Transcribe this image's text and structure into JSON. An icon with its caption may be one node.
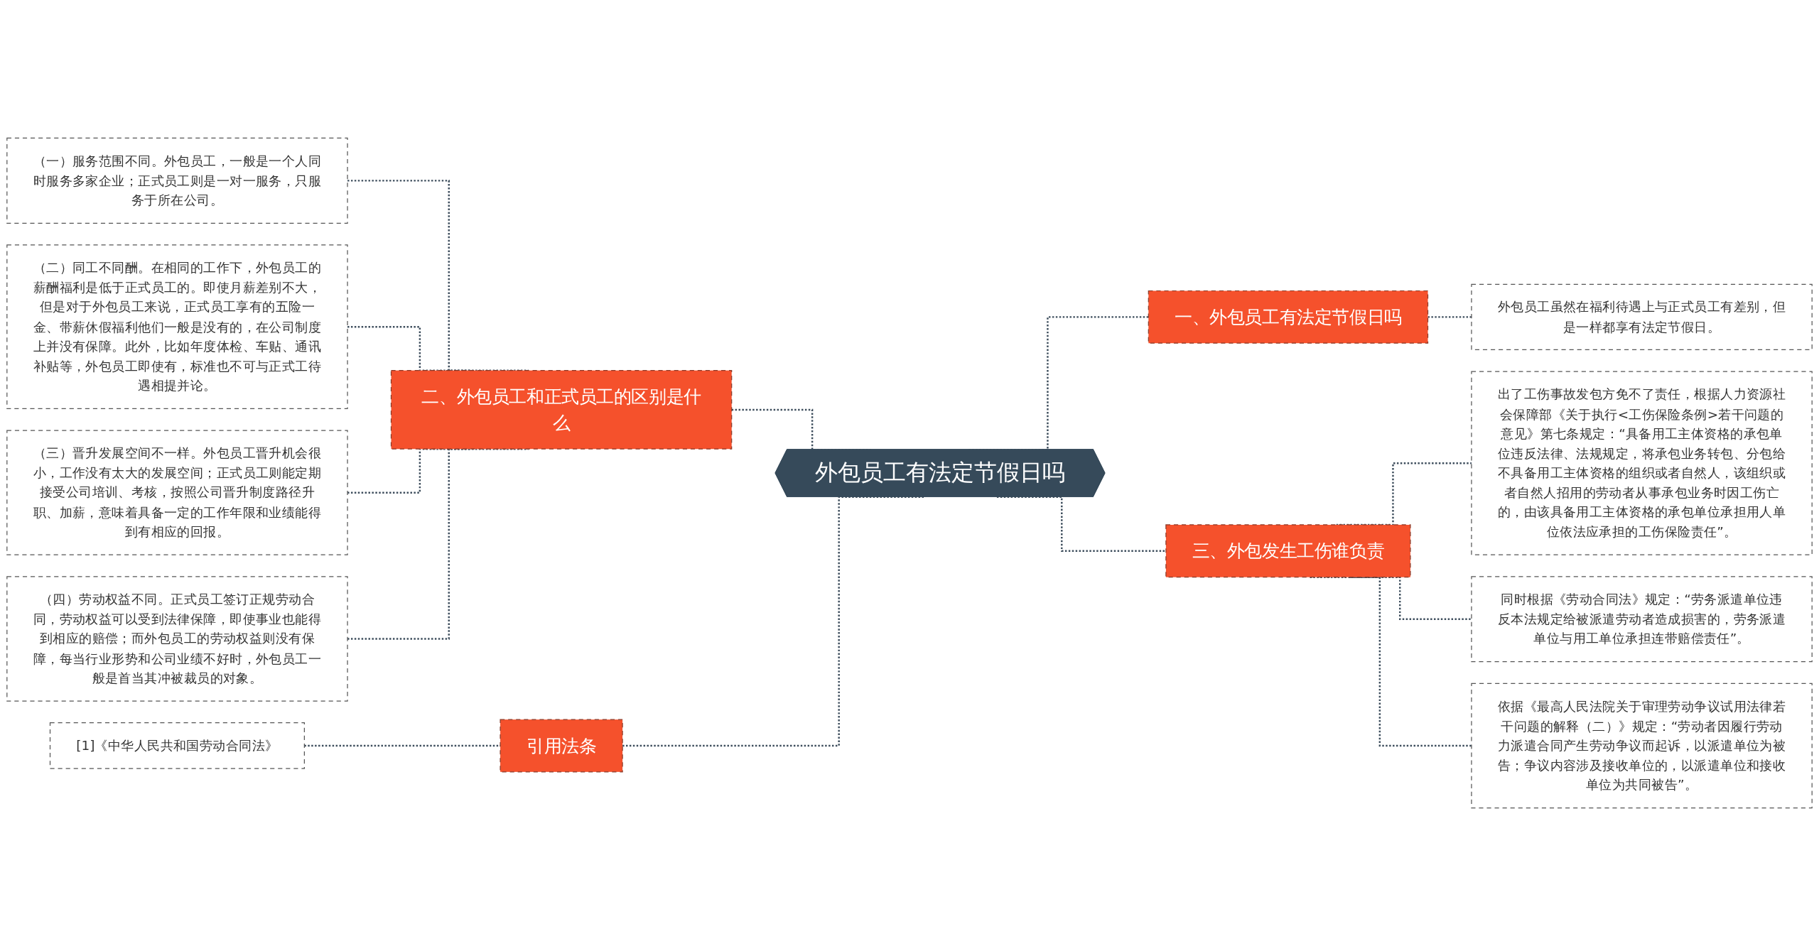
{
  "diagram": {
    "nodes": [
      {
        "text": [
          "外包员工有法定节假日吗"
        ]
      },
      {
        "text": [
          "一、外包员工有法定节假日吗"
        ]
      },
      {
        "text": [
          "外包员工虽然在福利待遇上与正式员工有差别，但是一样都享有法定节假日。"
        ]
      },
      {
        "text": [
          "三、外包发生工伤谁负责"
        ]
      },
      {
        "text": [
          "出了工伤事故发包方免不了责任，根据人力资源社会保障部《关于执行<工伤保险条例>若干问题的意见》第七条规定：“具备用工主体资格的承包单位违反法律、法规规定，将承包业务转包、分包给不具备用工主体资格的组织或者自然人，该组织或者自然人招用的劳动者从事承包业务时因工伤亡的，由该具备用工主体资格的承包单位承担用人单位依法应承担的工伤保险责任”。"
        ]
      },
      {
        "text": [
          "同时根据《劳动合同法》规定：“劳务派遣单位违反本法规定给被派遣劳动者造成损害的，劳务派遣单位与用工单位承担连带赔偿责任”。"
        ]
      },
      {
        "text": [
          "依据《最高人民法院关于审理劳动争议试用法律若干问题的解释（二）》规定：“劳动者因履行劳动力派遣合同产生劳动争议而起诉，以派遣单位为被告；争议内容涉及接收单位的，以派遣单位和接收单位为共同被告”。"
        ]
      },
      {
        "text": [
          "二、外包员工和正式员工的区别是什么"
        ]
      },
      {
        "text": [
          "（一）服务范围不同。外包员工，一般是一个人同时服务多家企业；正式员工则是一对一服务，只服务于所在公司。"
        ]
      },
      {
        "text": [
          "（二）同工不同酬。在相同的工作下，外包员工的薪酬福利是低于正式员工的。即使月薪差别不大，但是对于外包员工来说，正式员工享有的五险一金、带薪休假福利他们一般是没有的，在公司制度上并没有保障。此外，比如年度体检、车贴、通讯补贴等，外包员工即使有，标准也不可与正式工待遇相提并论。"
        ]
      },
      {
        "text": [
          "（三）晋升发展空间不一样。外包员工晋升机会很小，工作没有太大的发展空间；正式员工则能定期接受公司培训、考核，按照公司晋升制度路径升职、加薪，意味着具备一定的工作年限和业绩能得到有相应的回报。"
        ]
      },
      {
        "text": [
          "（四）劳动权益不同。正式员工签订正规劳动合同，劳动权益可以受到法律保障，即使事业也能得到相应的赔偿；而外包员工的劳动权益则没有保障，每当行业形势和公司业绩不好时，外包员工一般是首当其冲被裁员的对象。"
        ]
      },
      {
        "text": [
          "引用法条"
        ]
      },
      {
        "text": [
          "[1]《中华人民共和国劳动合同法》"
        ]
      }
    ],
    "edges": [
      {
        "from": 0,
        "to": 1,
        "arrow": "none",
        "style": "dashed"
      },
      {
        "from": 1,
        "to": 2,
        "arrow": "none",
        "style": "dashed"
      },
      {
        "from": 0,
        "to": 3,
        "arrow": "none",
        "style": "dashed"
      },
      {
        "from": 3,
        "to": 4,
        "arrow": "none",
        "style": "dashed"
      },
      {
        "from": 3,
        "to": 5,
        "arrow": "none",
        "style": "dashed"
      },
      {
        "from": 3,
        "to": 6,
        "arrow": "none",
        "style": "dashed"
      },
      {
        "from": 0,
        "to": 7,
        "arrow": "none",
        "style": "dashed"
      },
      {
        "from": 7,
        "to": 8,
        "arrow": "none",
        "style": "dashed"
      },
      {
        "from": 7,
        "to": 9,
        "arrow": "none",
        "style": "dashed"
      },
      {
        "from": 7,
        "to": 10,
        "arrow": "none",
        "style": "dashed"
      },
      {
        "from": 7,
        "to": 11,
        "arrow": "none",
        "style": "dashed"
      },
      {
        "from": 0,
        "to": 12,
        "arrow": "none",
        "style": "dashed"
      },
      {
        "from": 12,
        "to": 13,
        "arrow": "none",
        "style": "dashed"
      }
    ]
  }
}
